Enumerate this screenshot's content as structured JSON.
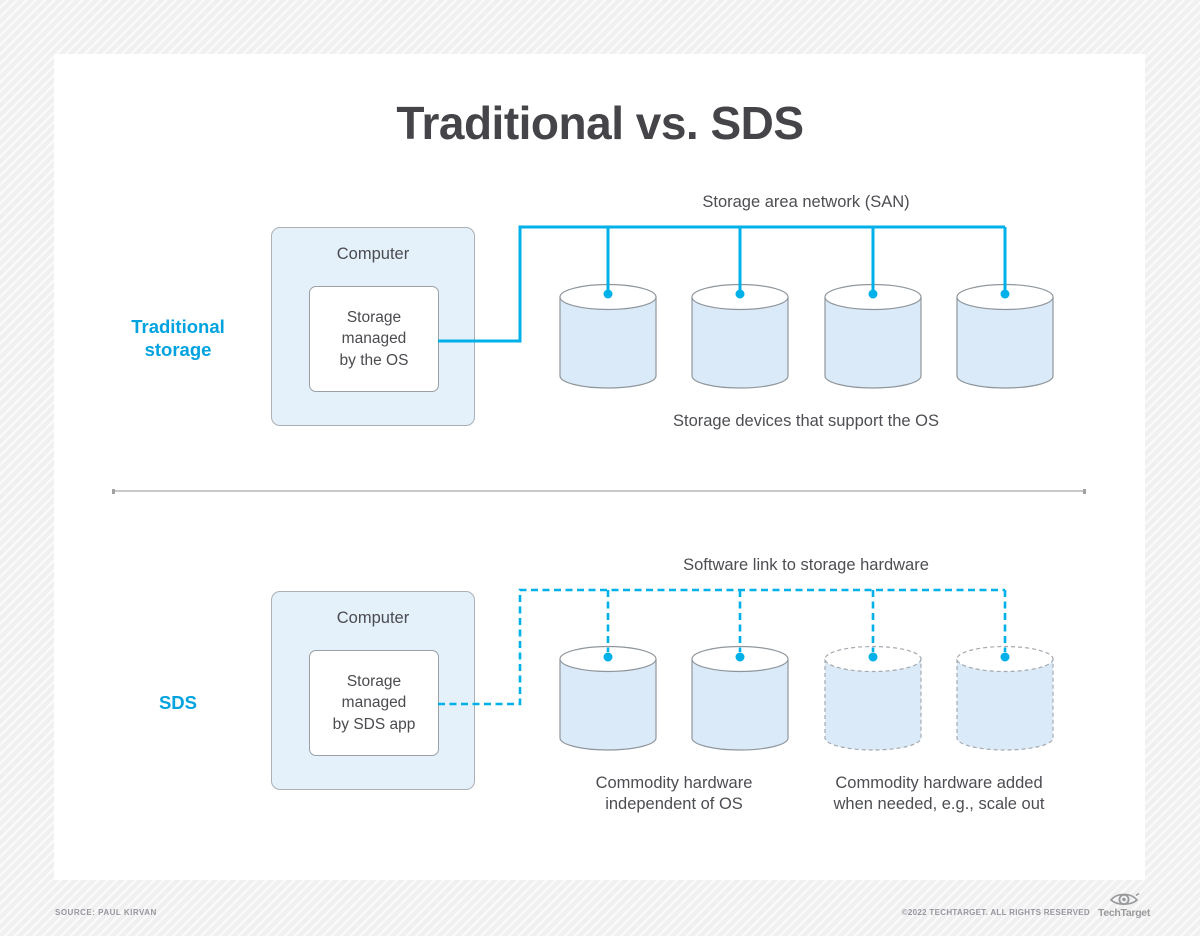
{
  "title": "Traditional vs. SDS",
  "colors": {
    "accent_blue": "#00a3e0",
    "connector_blue": "#00b0e8",
    "computer_box_fill": "#e4f1fb",
    "cylinder_fill": "#dbeaf8",
    "outline_gray": "#8f969c",
    "text_dark": "#4b4b50"
  },
  "traditional": {
    "row_label_lines": [
      "Traditional",
      "storage"
    ],
    "computer_label": "Computer",
    "managed_lines": [
      "Storage",
      "managed",
      "by the OS"
    ],
    "network_caption": "Storage area network (SAN)",
    "devices_caption": "Storage devices that support the OS"
  },
  "sds": {
    "row_label": "SDS",
    "computer_label": "Computer",
    "managed_lines": [
      "Storage",
      "managed",
      "by SDS app"
    ],
    "network_caption": "Software link to storage hardware",
    "commodity_left_lines": [
      "Commodity hardware",
      "independent of OS"
    ],
    "commodity_right_lines": [
      "Commodity hardware added",
      "when needed, e.g., scale out"
    ]
  },
  "footer": {
    "source": "SOURCE: PAUL KIRVAN",
    "copyright": "©2022 TECHTARGET. ALL RIGHTS RESERVED",
    "logo_text": "TechTarget"
  }
}
